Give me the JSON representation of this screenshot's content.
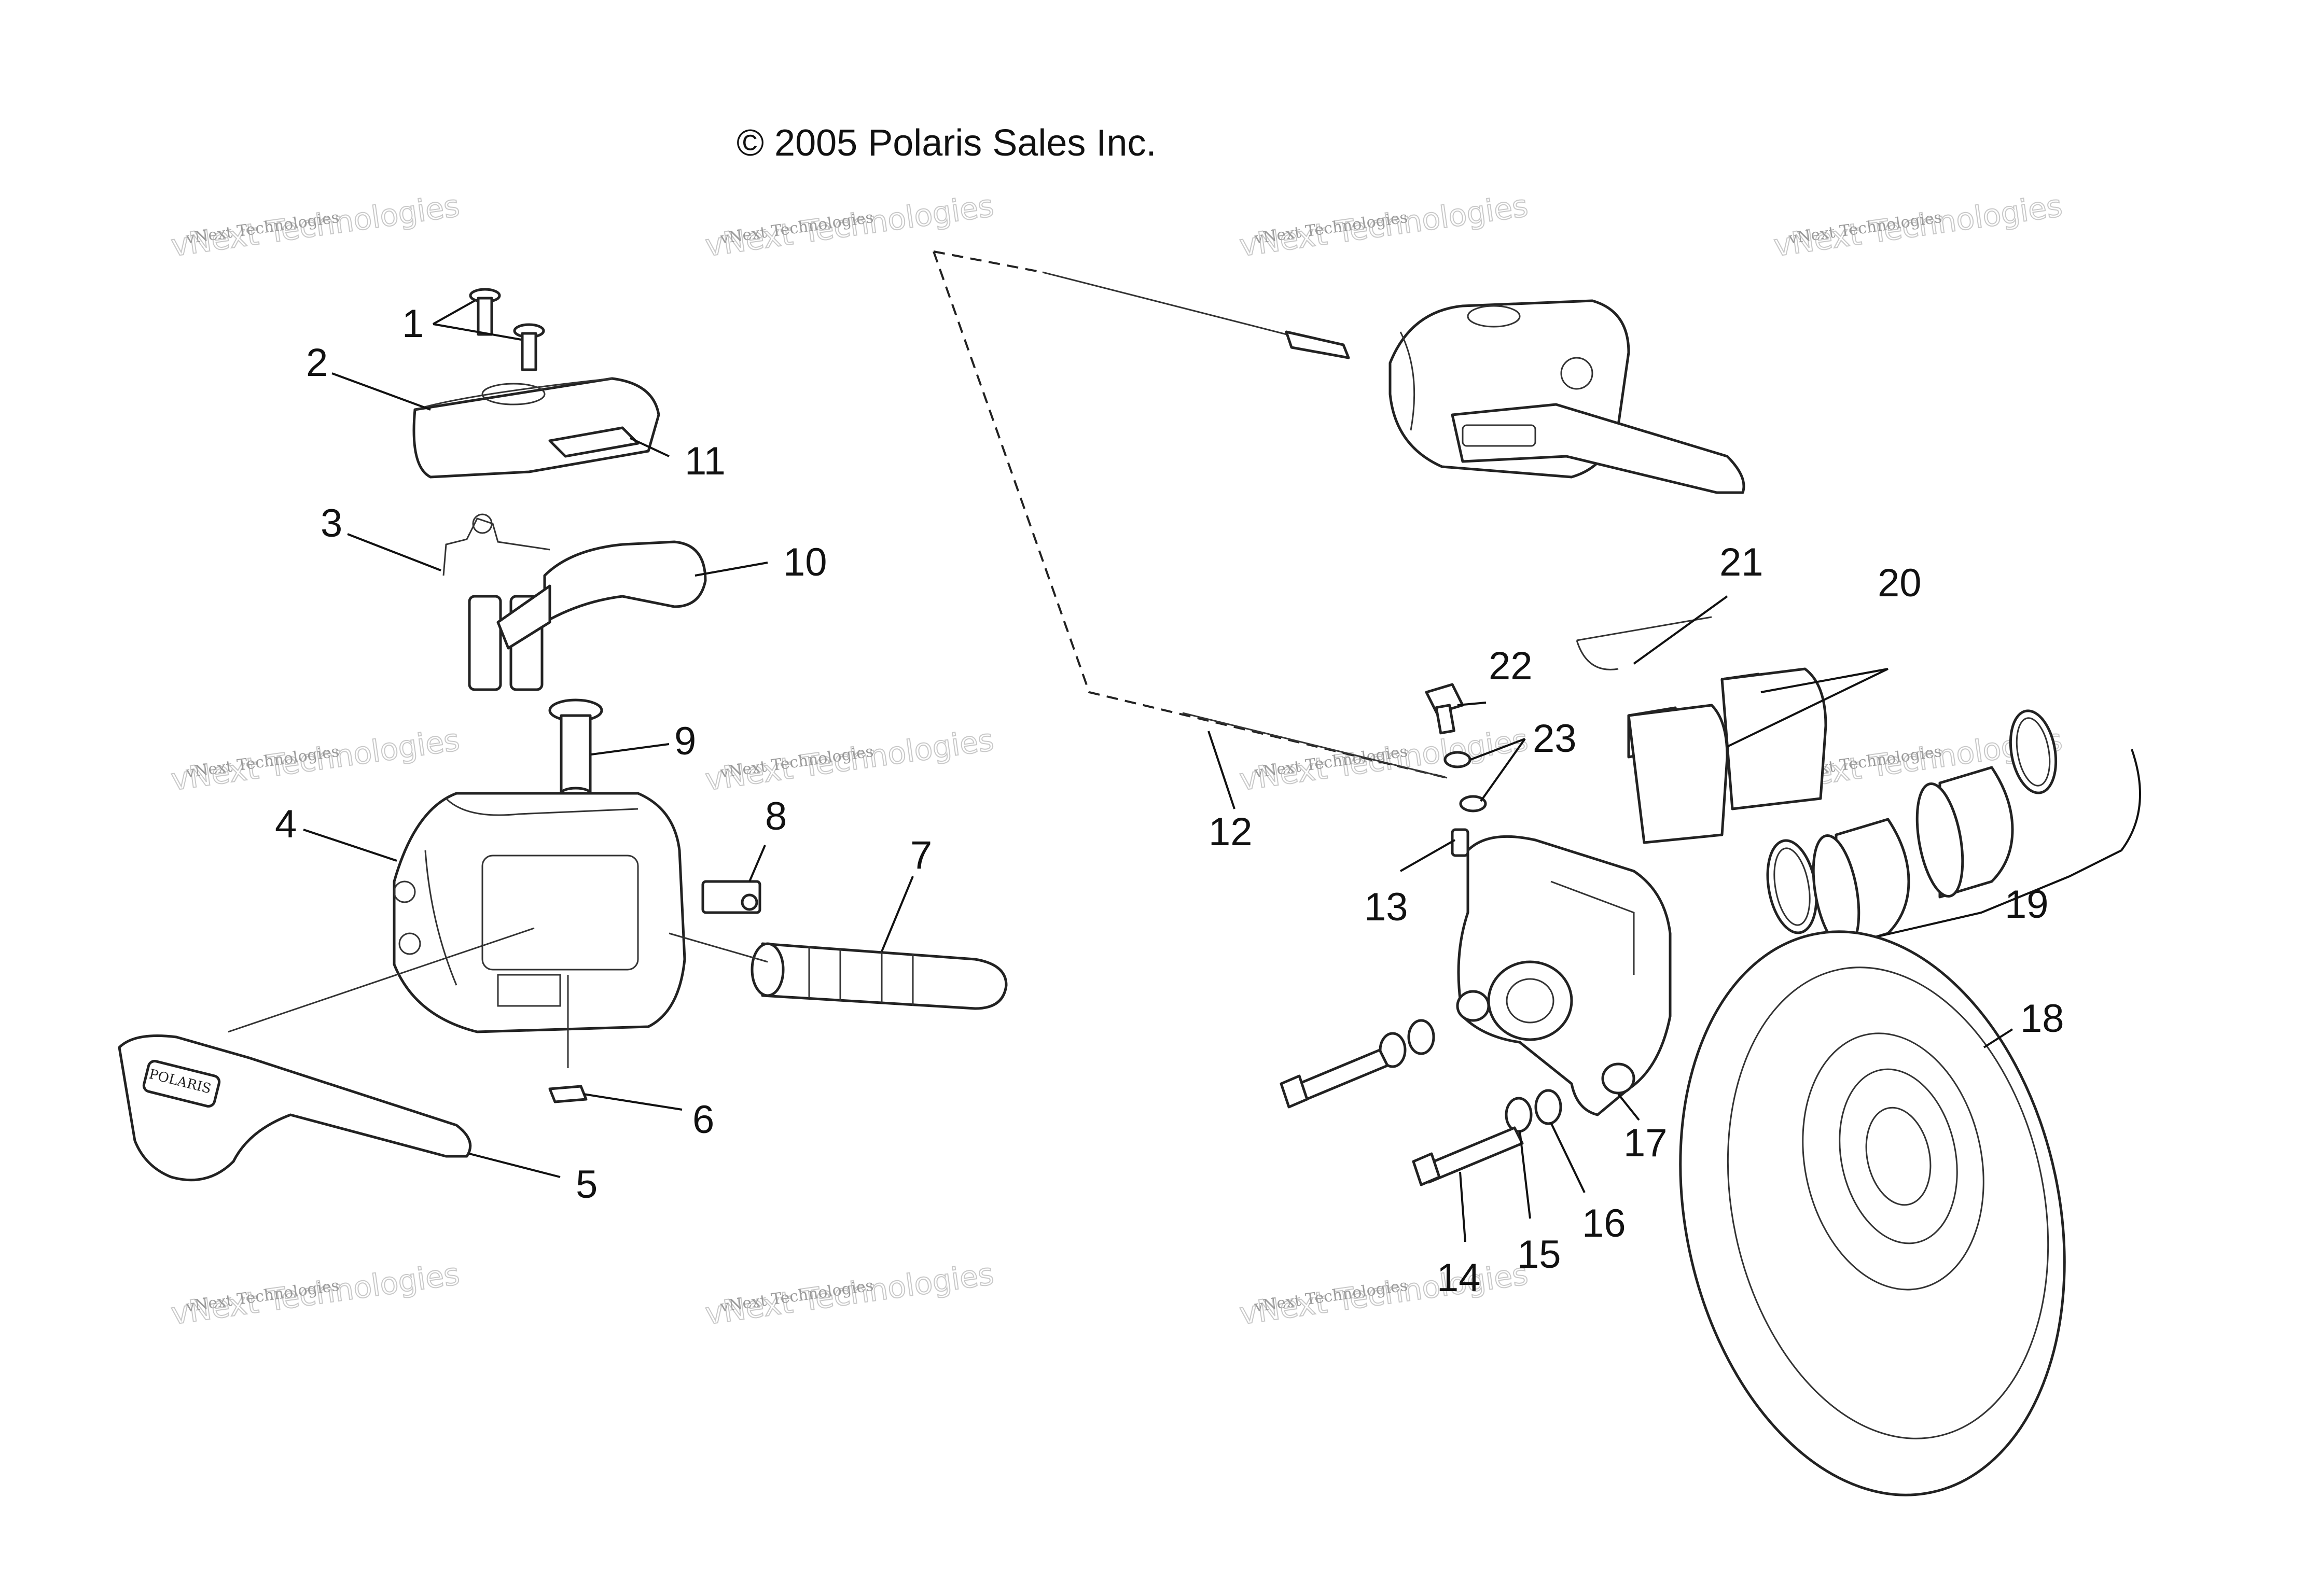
{
  "copyright": "© 2005 Polaris Sales Inc.",
  "watermark": {
    "line1": "vNext Technologies",
    "line2": "vNext Technologies"
  },
  "callouts": {
    "c1": "1",
    "c2": "2",
    "c3": "3",
    "c4": "4",
    "c5": "5",
    "c6": "6",
    "c7": "7",
    "c8": "8",
    "c9": "9",
    "c10": "10",
    "c11": "11",
    "c12": "12",
    "c13": "13",
    "c14": "14",
    "c15": "15",
    "c16": "16",
    "c17": "17",
    "c18": "18",
    "c19": "19",
    "c20": "20",
    "c21": "21",
    "c22": "22",
    "c23": "23"
  },
  "lever_brand": "POLARIS",
  "colors": {
    "line": "#222222",
    "background": "#ffffff",
    "watermark": "#9a9a9a"
  }
}
